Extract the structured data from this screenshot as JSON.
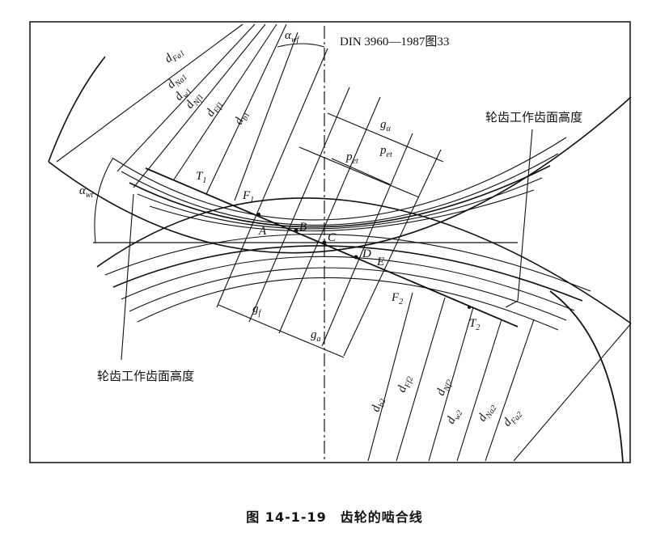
{
  "figure": {
    "reference": "DIN 3960—1987图33",
    "caption": "图 14-1-19　齿轮的啮合线",
    "labels": {
      "alpha_wt": "α",
      "alpha_wt_sub": "wt",
      "alpha_wt_top": "α",
      "alpha_wt_top_sub": "wf",
      "d_Fa1": "d",
      "d_Fa1_sub": "Fa1",
      "d_Na1": "d",
      "d_Na1_sub": "Na1",
      "d_w1": "d",
      "d_w1_sub": "w1",
      "d_Nf1": "d",
      "d_Nf1_sub": "Nf1",
      "d_Ff1": "d",
      "d_Ff1_sub": "Ff1",
      "d_b1": "d",
      "d_b1_sub": "b1",
      "d_b2": "d",
      "d_b2_sub": "b2",
      "d_Ff2": "d",
      "d_Ff2_sub": "Ff2",
      "d_Nf2": "d",
      "d_Nf2_sub": "Nf2",
      "d_w2": "d",
      "d_w2_sub": "w2",
      "d_Na2": "d",
      "d_Na2_sub": "Na2",
      "d_Fa2": "d",
      "d_Fa2_sub": "Fa2",
      "g_alpha": "g",
      "g_alpha_sub": "α",
      "p_et_outer": "p",
      "p_et_outer_sub": "et",
      "p_et_inner": "p",
      "p_et_inner_sub": "et",
      "g_f": "g",
      "g_f_sub": "f",
      "g_a": "g",
      "g_a_sub": "a",
      "T1": "T",
      "T1_sub": "1",
      "F1": "F",
      "F1_sub": "1",
      "F2": "F",
      "F2_sub": "2",
      "T2": "T",
      "T2_sub": "2",
      "A": "A",
      "B": "B",
      "C": "C",
      "D": "D",
      "E": "E",
      "working_height_right": "轮齿工作齿面高度",
      "working_height_left": "轮齿工作齿面高度"
    }
  },
  "colors": {
    "ink": "#111111",
    "paper": "#ffffff"
  }
}
